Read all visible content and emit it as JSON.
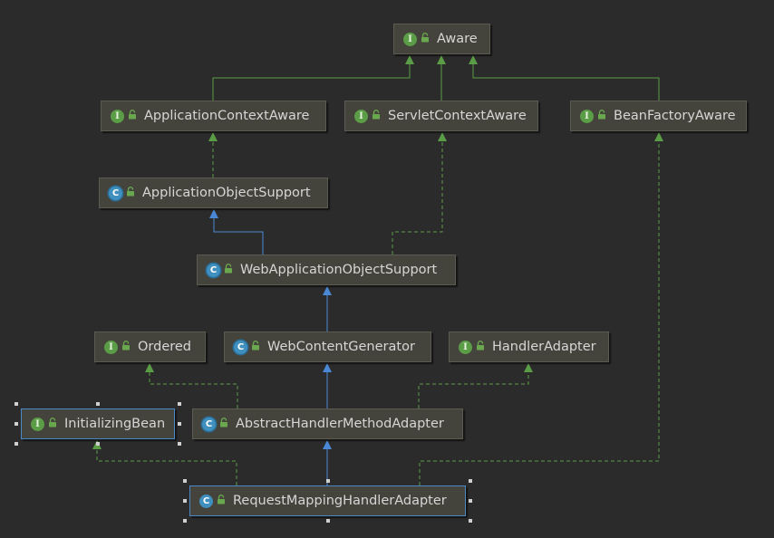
{
  "diagram": {
    "colors": {
      "background": "#2b2b2b",
      "node_fill": "#45443c",
      "realization_edge": "#5a9d46",
      "inheritance_edge": "#4a88d6",
      "selection": "#4a88c7"
    },
    "nodes": [
      {
        "id": "aware",
        "label": "Aware",
        "kind": "interface",
        "icon": "interface-icon"
      },
      {
        "id": "application-context-aware",
        "label": "ApplicationContextAware",
        "kind": "interface",
        "icon": "interface-icon"
      },
      {
        "id": "servlet-context-aware",
        "label": "ServletContextAware",
        "kind": "interface",
        "icon": "interface-icon"
      },
      {
        "id": "bean-factory-aware",
        "label": "BeanFactoryAware",
        "kind": "interface",
        "icon": "interface-icon"
      },
      {
        "id": "application-object-support",
        "label": "ApplicationObjectSupport",
        "kind": "abstract-class",
        "icon": "abstract-class-icon"
      },
      {
        "id": "web-application-object-support",
        "label": "WebApplicationObjectSupport",
        "kind": "abstract-class",
        "icon": "abstract-class-icon"
      },
      {
        "id": "ordered",
        "label": "Ordered",
        "kind": "interface",
        "icon": "interface-icon"
      },
      {
        "id": "web-content-generator",
        "label": "WebContentGenerator",
        "kind": "abstract-class",
        "icon": "abstract-class-icon"
      },
      {
        "id": "handler-adapter",
        "label": "HandlerAdapter",
        "kind": "interface",
        "icon": "interface-icon"
      },
      {
        "id": "initializing-bean",
        "label": "InitializingBean",
        "kind": "interface",
        "icon": "interface-icon",
        "selected": true
      },
      {
        "id": "abstract-handler-method-adapter",
        "label": "AbstractHandlerMethodAdapter",
        "kind": "abstract-class",
        "icon": "abstract-class-icon"
      },
      {
        "id": "request-mapping-handler-adapter",
        "label": "RequestMappingHandlerAdapter",
        "kind": "class",
        "icon": "class-icon",
        "selected": true
      }
    ],
    "edges": [
      {
        "from": "application-context-aware",
        "to": "aware",
        "type": "extends-interface"
      },
      {
        "from": "servlet-context-aware",
        "to": "aware",
        "type": "extends-interface"
      },
      {
        "from": "bean-factory-aware",
        "to": "aware",
        "type": "extends-interface"
      },
      {
        "from": "application-object-support",
        "to": "application-context-aware",
        "type": "implements"
      },
      {
        "from": "web-application-object-support",
        "to": "application-object-support",
        "type": "extends"
      },
      {
        "from": "web-application-object-support",
        "to": "servlet-context-aware",
        "type": "implements"
      },
      {
        "from": "web-content-generator",
        "to": "web-application-object-support",
        "type": "extends"
      },
      {
        "from": "abstract-handler-method-adapter",
        "to": "web-content-generator",
        "type": "extends"
      },
      {
        "from": "abstract-handler-method-adapter",
        "to": "ordered",
        "type": "implements"
      },
      {
        "from": "abstract-handler-method-adapter",
        "to": "handler-adapter",
        "type": "implements"
      },
      {
        "from": "request-mapping-handler-adapter",
        "to": "abstract-handler-method-adapter",
        "type": "extends"
      },
      {
        "from": "request-mapping-handler-adapter",
        "to": "initializing-bean",
        "type": "implements"
      },
      {
        "from": "request-mapping-handler-adapter",
        "to": "bean-factory-aware",
        "type": "implements"
      }
    ]
  }
}
